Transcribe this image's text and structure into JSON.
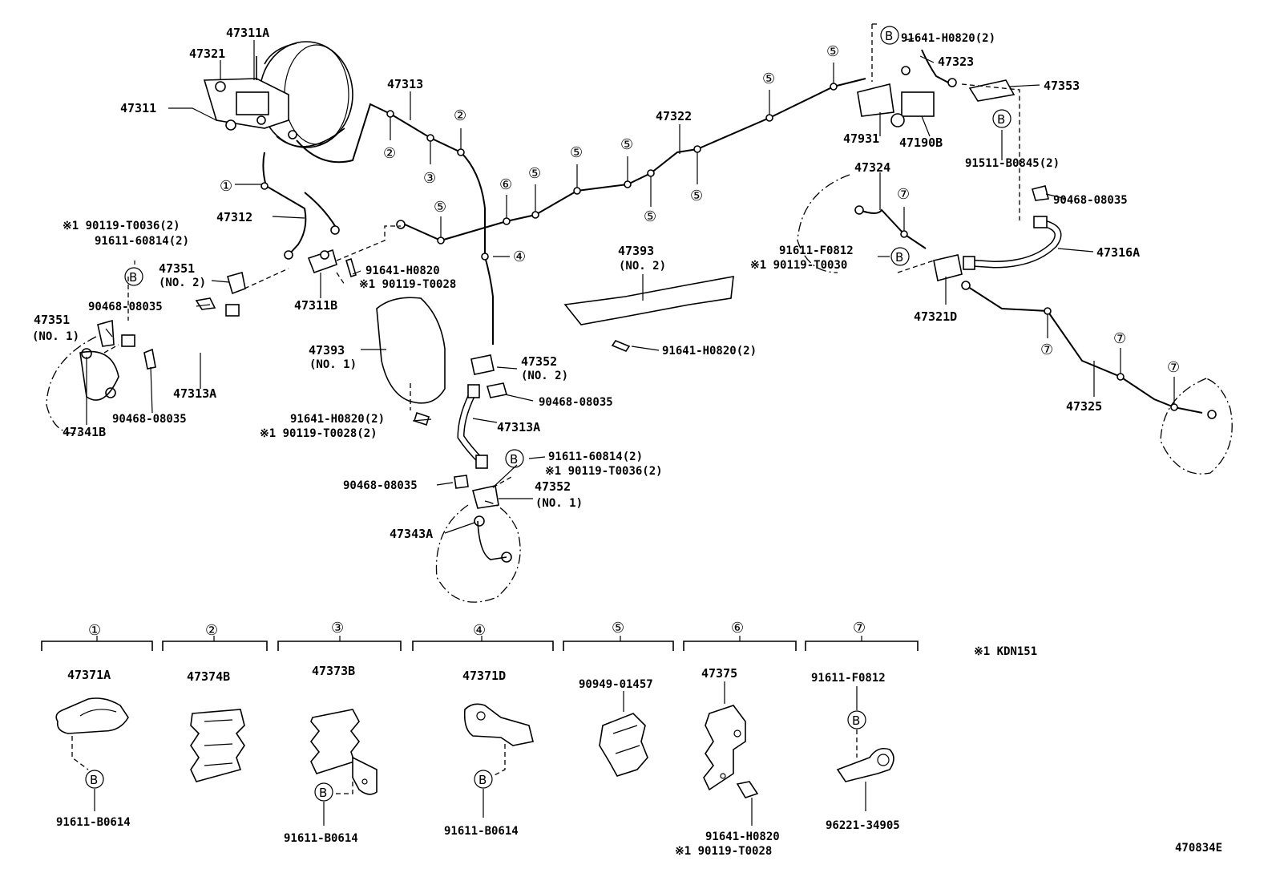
{
  "callouts": {
    "c1": "①",
    "c2": "②",
    "c3": "③",
    "c4": "④",
    "c5": "⑤",
    "c6": "⑥",
    "c7": "⑦",
    "b": "B"
  },
  "parts": {
    "p47311A": "47311A",
    "p47321": "47321",
    "p47311": "47311",
    "p47313": "47313",
    "p47312": "47312",
    "p47322": "47322",
    "p47323": "47323",
    "p47353": "47353",
    "p47931": "47931",
    "p47190B": "47190B",
    "p47324": "47324",
    "p47316A": "47316A",
    "p47321D": "47321D",
    "p47325": "47325",
    "p47351_no2": "47351",
    "p47351_no2_sub": "(NO. 2)",
    "p47351_no1": "47351",
    "p47351_no1_sub": "(NO. 1)",
    "p47311B": "47311B",
    "p47393_no2": "47393",
    "p47393_no2_sub": "(NO. 2)",
    "p47393_no1": "47393",
    "p47393_no1_sub": "(NO. 1)",
    "p47352_no2": "47352",
    "p47352_no2_sub": "(NO. 2)",
    "p47352_no1": "47352",
    "p47352_no1_sub": "(NO. 1)",
    "p47313A_left": "47313A",
    "p47313A_mid": "47313A",
    "p47341B": "47341B",
    "p47343A": "47343A",
    "n91641_H0820_2_top": "91641-H0820(2)",
    "n91511_B0845_2": "91511-B0845(2)",
    "n90468_08035_right": "90468-08035",
    "n91611_F0812_mid": "91611-F0812",
    "n90119_T0030": "※1 90119-T0030",
    "n90119_T0036_2_left": "※1 90119-T0036(2)",
    "n91611_60814_2_left": "91611-60814(2)",
    "n91641_H0820_mid": "91641-H0820",
    "n90119_T0028_mid": "※1 90119-T0028",
    "n90468_08035_left": "90468-08035",
    "n90468_08035_bl": "90468-08035",
    "n91641_H0820_2_right": "91641-H0820(2)",
    "n90468_08035_center": "90468-08035",
    "n91641_H0820_2_center": "91641-H0820(2)",
    "n90119_T0028_2_center": "※1 90119-T0028(2)",
    "n91611_60814_2_center": "91611-60814(2)",
    "n90119_T0036_2_center": "※1 90119-T0036(2)",
    "n90468_08035_bottom": "90468-08035"
  },
  "legend": {
    "k1": "47371A",
    "k1b": "91611-B0614",
    "k2": "47374B",
    "k3": "47373B",
    "k3b": "91611-B0614",
    "k4": "47371D",
    "k4b": "91611-B0614",
    "k5": "90949-01457",
    "k6": "47375",
    "k6b": "91641-H0820",
    "k6c": "※1 90119-T0028",
    "k7": "91611-F0812",
    "k7b": "96221-34905"
  },
  "notes": {
    "kdn": "※1 KDN151",
    "figure_id": "470834E"
  }
}
